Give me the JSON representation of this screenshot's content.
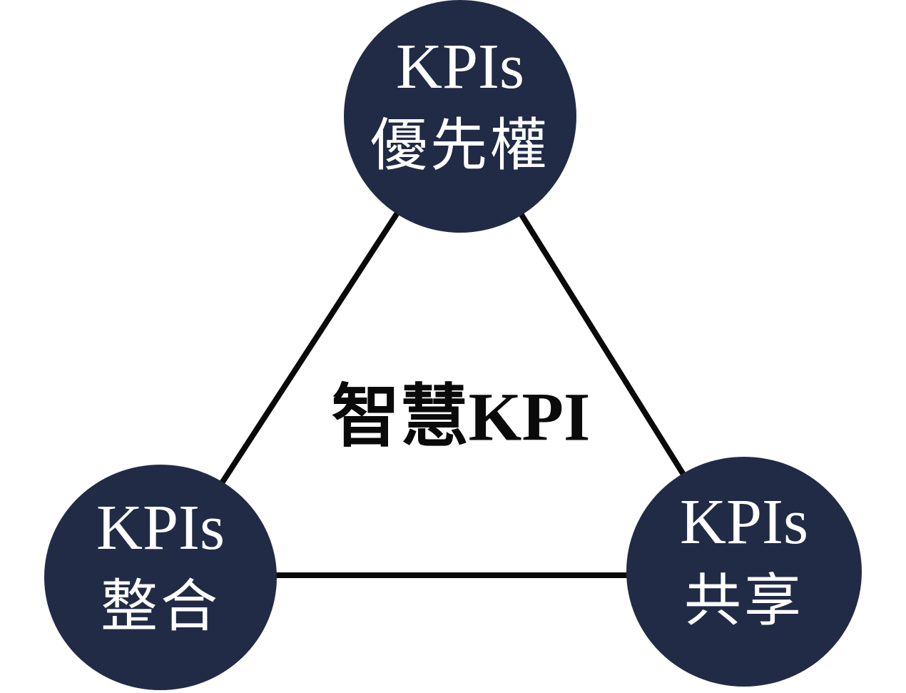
{
  "diagram": {
    "title": "Smart KPI triangle diagram",
    "center_label": "智慧KPI",
    "nodes": [
      {
        "id": "kpi-priority",
        "position": "top",
        "line1": "KPIs",
        "line2": "優先權"
      },
      {
        "id": "kpi-integration",
        "position": "bottom-left",
        "line1": "KPIs",
        "line2": "整合"
      },
      {
        "id": "kpi-sharing",
        "position": "bottom-right",
        "line1": "KPIs",
        "line2": "共享"
      }
    ],
    "colors": {
      "background": "#ffffff",
      "node_fill": "#212b46",
      "node_text": "#ffffff",
      "connector": "#0a0a0a",
      "center_text": "#0a0a0a"
    }
  }
}
